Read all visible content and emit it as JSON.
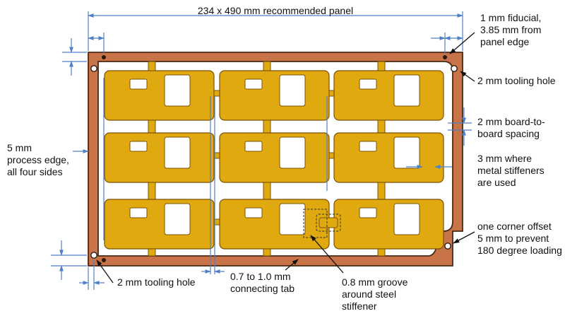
{
  "colors": {
    "process_edge": "#c97349",
    "frame_outline": "#4a2a16",
    "board_fill": "#e0a90f",
    "board_outline": "#7a5205",
    "dimension": "#4f7fc6",
    "text": "#111111",
    "background": "#ffffff"
  },
  "labels": {
    "panel_width": "234 x 490 mm recommended panel",
    "fiducial": [
      "1 mm fiducial,",
      "3.85 mm from",
      "panel edge"
    ],
    "tooling_hole_right": "2 mm tooling hole",
    "board_spacing": [
      "2 mm board-to-",
      "board spacing"
    ],
    "stiffener_spacing": [
      "3 mm where",
      "metal stiffeners",
      "are used"
    ],
    "process_edge": [
      "5 mm",
      "process edge,",
      "all four sides"
    ],
    "corner_offset": [
      "one corner offset",
      "5 mm to prevent",
      "180 degree loading"
    ],
    "tooling_hole_bottom": "2 mm tooling hole",
    "connecting_tab": [
      "0.7 to 1.0 mm",
      "connecting tab"
    ],
    "groove": [
      "0.8 mm groove",
      "around steel",
      "stiffener"
    ]
  },
  "icons": [
    "fiducial-icon",
    "tooling-hole-icon",
    "arrow-icon"
  ],
  "board_grid": {
    "rows": 3,
    "columns": 3
  }
}
